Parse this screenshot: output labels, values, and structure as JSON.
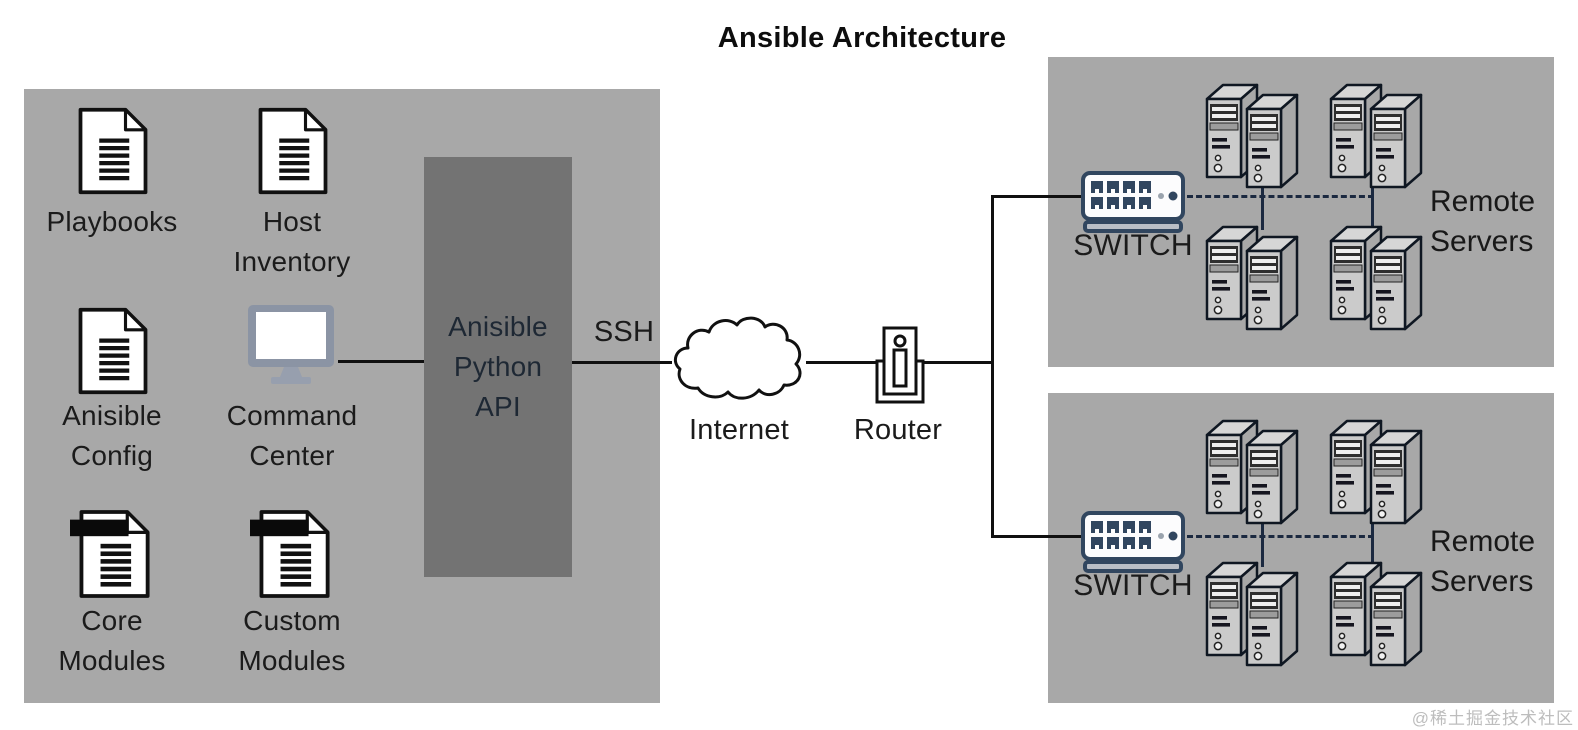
{
  "title": "Ansible Architecture",
  "watermark": "@稀土掘金技术社区",
  "colors": {
    "panel_gray": "#a8a8a8",
    "api_box_gray": "#737373",
    "switch_navy": "#31465f",
    "monitor_gray": "#8b94a4",
    "line_black": "#101010"
  },
  "control_node": {
    "playbooks": "Playbooks",
    "host_inventory": "Host\nInventory",
    "ansible_config": "Anisible\nConfig",
    "command_center": "Command\nCenter",
    "core_modules": "Core\nModules",
    "custom_modules": "Custom\nModules",
    "api_box": "Anisible\nPython\nAPI"
  },
  "network": {
    "ssh": "SSH",
    "internet": "Internet",
    "router": "Router"
  },
  "clusters": {
    "top": {
      "switch": "SWITCH",
      "servers": "Remote\nServers"
    },
    "bottom": {
      "switch": "SWITCH",
      "servers": "Remote\nServers"
    }
  }
}
